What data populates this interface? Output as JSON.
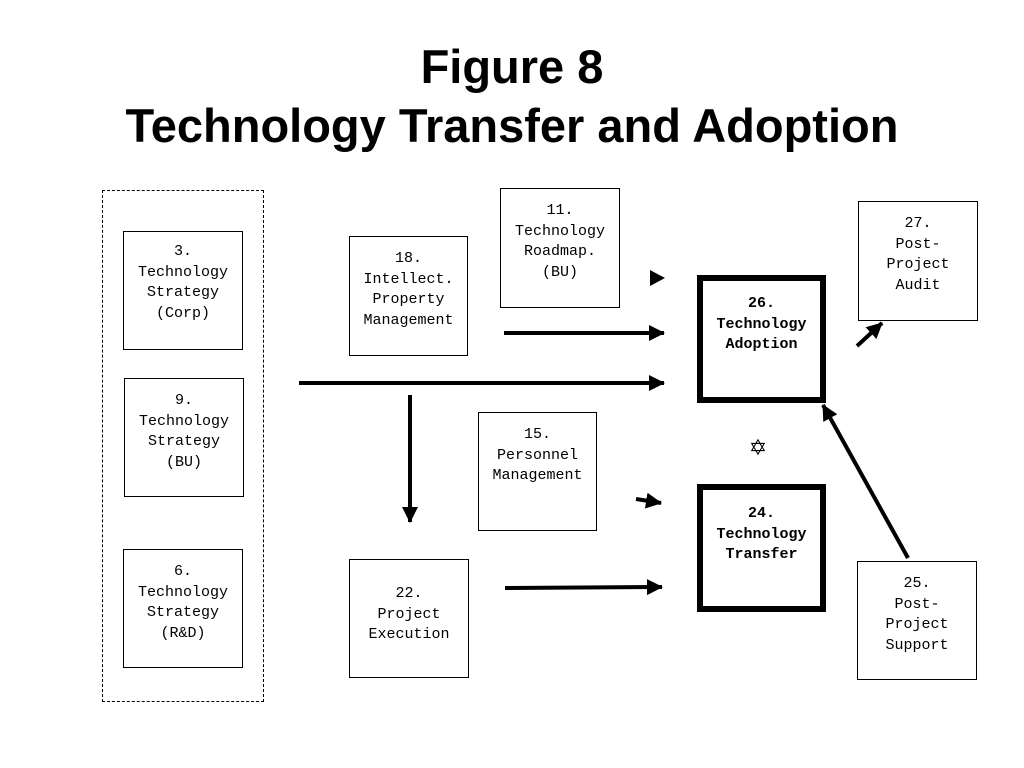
{
  "title": {
    "line1": "Figure 8",
    "line2": "Technology Transfer and Adoption"
  },
  "boxes": {
    "b3": {
      "lines": [
        "3.",
        "Technology",
        "Strategy",
        "(Corp)"
      ]
    },
    "b9": {
      "lines": [
        "9.",
        "Technology",
        "Strategy",
        "(BU)"
      ]
    },
    "b6": {
      "lines": [
        "6.",
        "Technology",
        "Strategy",
        "(R&D)"
      ]
    },
    "b18": {
      "lines": [
        "18.",
        "Intellect.",
        "Property",
        "Management"
      ]
    },
    "b11": {
      "lines": [
        "11.",
        "Technology",
        "Roadmap.",
        "(BU)"
      ]
    },
    "b15": {
      "lines": [
        "15.",
        "Personnel",
        "Management"
      ]
    },
    "b22": {
      "lines": [
        "22.",
        "Project",
        "Execution"
      ]
    },
    "b26": {
      "lines": [
        "26.",
        "Technology",
        "Adoption"
      ]
    },
    "b24": {
      "lines": [
        "24.",
        "Technology",
        "Transfer"
      ]
    },
    "b27": {
      "lines": [
        "27.",
        "Post-",
        "Project",
        "Audit"
      ]
    },
    "b25": {
      "lines": [
        "25.",
        "Post-",
        "Project",
        "Support"
      ]
    }
  },
  "symbols": {
    "star": "✡"
  },
  "colors": {
    "line": "#000000",
    "background": "#ffffff"
  }
}
